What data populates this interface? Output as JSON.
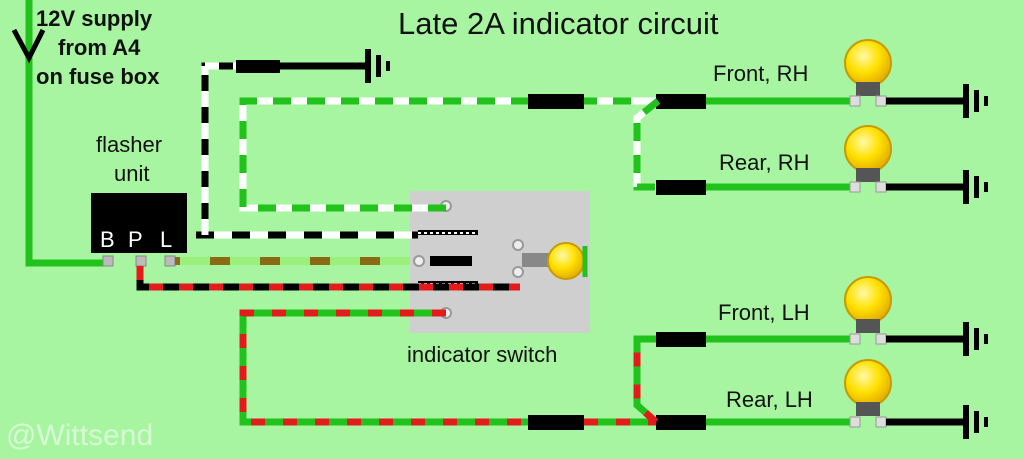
{
  "title": "Late 2A indicator circuit",
  "supply_lines": [
    "12V supply",
    "from A4",
    "on fuse box"
  ],
  "flasher": {
    "label_lines": [
      "flasher",
      "unit"
    ],
    "terminals": [
      "B",
      "P",
      "L"
    ]
  },
  "switch_label": "indicator switch",
  "lamps": [
    {
      "label": "Front, RH"
    },
    {
      "label": "Rear, RH"
    },
    {
      "label": "Front, LH"
    },
    {
      "label": "Rear, LH"
    }
  ],
  "watermark": "@Wittsend",
  "colors": {
    "background": "#a7f5a0",
    "green_wire": "#22c21d",
    "white_wire": "#ffffff",
    "black_wire": "#000000",
    "red_wire": "#e41b1b",
    "brown_wire": "#8a6a14",
    "light_green_wire": "#9af07a",
    "switch_body": "#cfcfcf",
    "bulb": "#ffe100"
  }
}
